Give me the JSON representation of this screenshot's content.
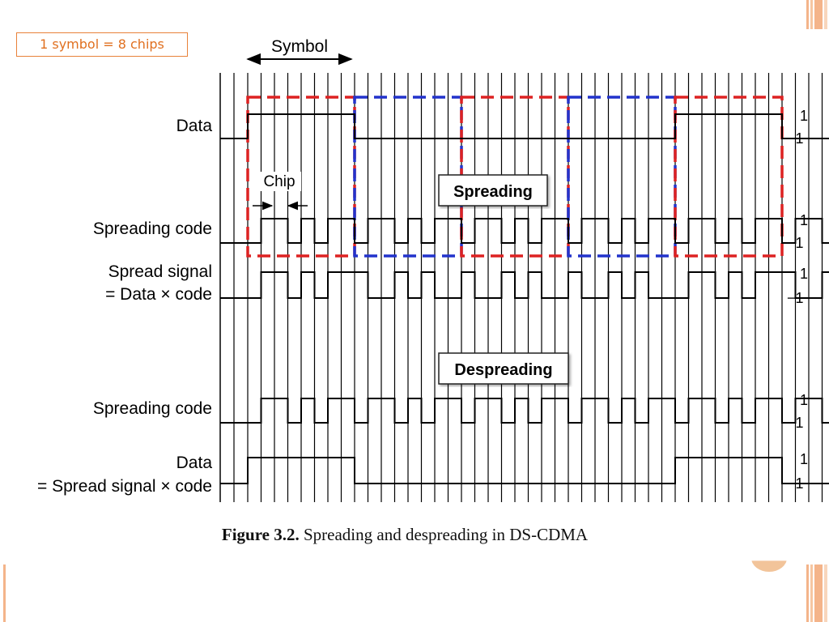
{
  "callout": {
    "text": "1 symbol = 8 chips"
  },
  "diagram": {
    "symbol_label": "Symbol",
    "chip_label": "Chip",
    "spreading_label": "Spreading",
    "despreading_label": "Despreading",
    "rows": [
      {
        "id": "data",
        "label_lines": [
          "Data"
        ],
        "high_level": "1",
        "low_level": "−1"
      },
      {
        "id": "spreading-code-1",
        "label_lines": [
          "Spreading code"
        ],
        "high_level": "1",
        "low_level": "−1"
      },
      {
        "id": "spread-signal",
        "label_lines": [
          "Spread signal",
          "= Data × code"
        ],
        "high_level": "1",
        "low_level": "−1"
      },
      {
        "id": "spreading-code-2",
        "label_lines": [
          "Spreading code"
        ],
        "high_level": "1",
        "low_level": "−1"
      },
      {
        "id": "recovered-data",
        "label_lines": [
          "Data",
          "= Spread signal × code"
        ],
        "high_level": "1",
        "low_level": "−1"
      }
    ],
    "chips_per_symbol": 8,
    "symbols": [
      1,
      0,
      0,
      0,
      1,
      0
    ],
    "spreading_code": [
      0,
      1,
      1,
      0,
      1,
      0,
      1,
      1,
      0,
      1,
      1,
      0,
      1,
      0,
      1,
      1,
      0,
      1,
      1,
      0,
      1,
      0,
      1,
      1,
      0,
      1,
      1,
      0,
      1,
      0,
      1,
      1,
      0,
      1,
      1,
      0,
      1,
      0,
      1,
      1,
      0,
      1,
      1,
      0,
      1,
      0,
      1,
      1
    ],
    "highlight_boxes": [
      {
        "color": "#dd2222",
        "from_symbol": 0,
        "to_symbol": 1
      },
      {
        "color": "#2233cc",
        "from_symbol": 1,
        "to_symbol": 2
      },
      {
        "color": "#dd2222",
        "from_symbol": 2,
        "to_symbol": 3
      },
      {
        "color": "#2233cc",
        "from_symbol": 3,
        "to_symbol": 4
      },
      {
        "color": "#dd2222",
        "from_symbol": 4,
        "to_symbol": 5
      }
    ]
  },
  "caption": {
    "label": "Figure 3.2.",
    "text": "Spreading and despreading in DS-CDMA"
  },
  "colors": {
    "accent_orange": "#e8823a",
    "deco_bars": [
      "#f4b48a",
      "#f6c6a2",
      "#f8d6bc"
    ],
    "box_red": "#dd2222",
    "box_blue": "#2233cc"
  }
}
